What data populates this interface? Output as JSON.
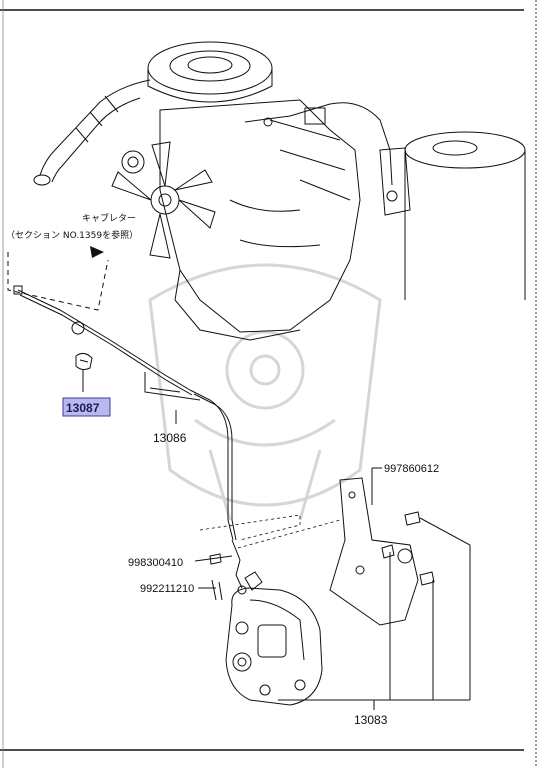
{
  "labels": {
    "carb_note_line1": "キャブレター",
    "carb_note_line2": "（セクション NO.1359を参照）",
    "part_13087": "13087",
    "part_13086": "13086",
    "part_997860612": "997860612",
    "part_998300410": "998300410",
    "part_992211210": "992211210",
    "part_13083": "13083"
  },
  "colors": {
    "highlight_fill": "#b8b8ec",
    "highlight_border": "#3b3b9e",
    "line": "#111111",
    "watermark": "#d6d6d6"
  }
}
